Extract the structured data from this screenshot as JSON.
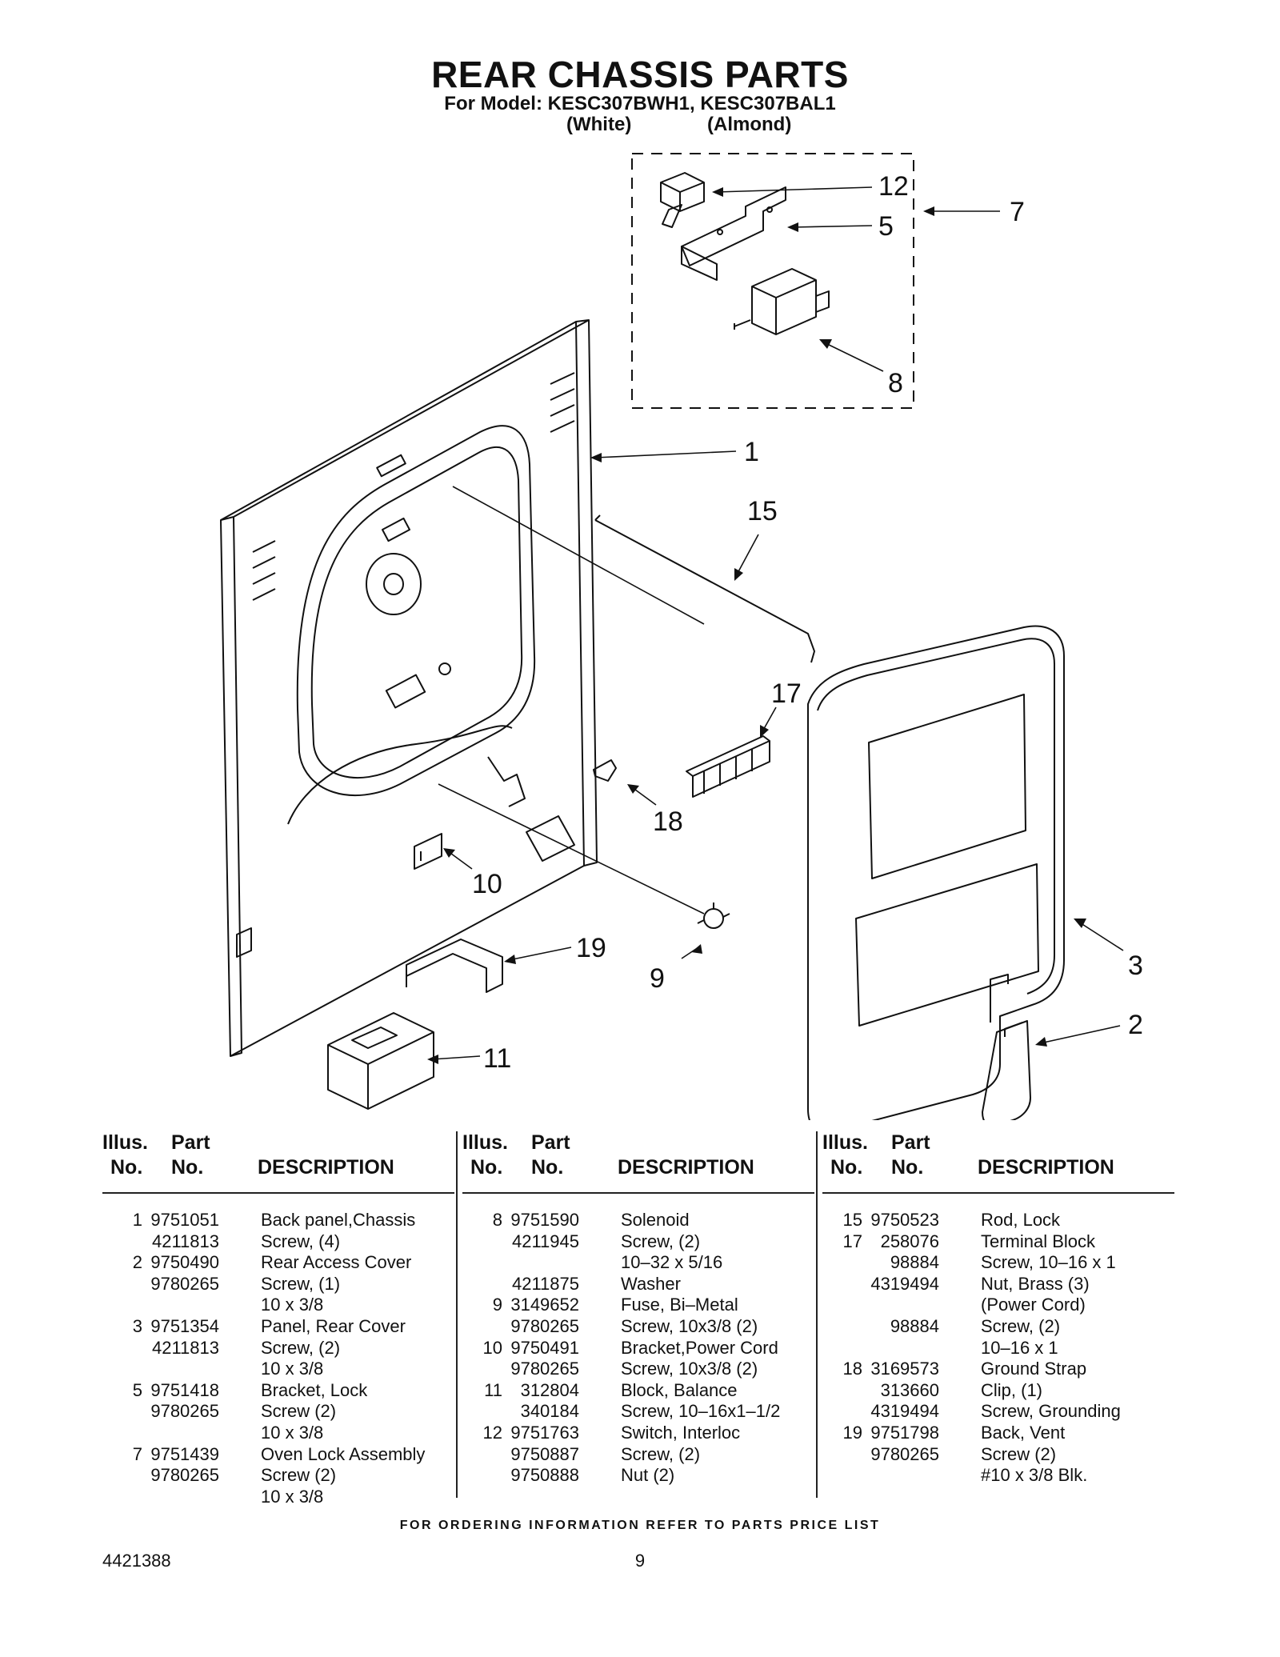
{
  "header": {
    "title": "REAR CHASSIS PARTS",
    "model_line": "For Model: KESC307BWH1, KESC307BAL1",
    "color_white": "(White)",
    "color_almond": "(Almond)"
  },
  "diagram": {
    "callouts": [
      "12",
      "5",
      "7",
      "8",
      "1",
      "15",
      "17",
      "18",
      "10",
      "19",
      "9",
      "3",
      "2",
      "11"
    ]
  },
  "table": {
    "headers": {
      "illus": "Illus.",
      "no": "No.",
      "part": "Part",
      "description": "DESCRIPTION"
    },
    "columns": [
      [
        {
          "no": "1",
          "part": "9751051",
          "desc": "Back panel,Chassis"
        },
        {
          "no": "",
          "part": "4211813",
          "desc": "Screw, (4)"
        },
        {
          "no": "2",
          "part": "9750490",
          "desc": "Rear Access Cover"
        },
        {
          "no": "",
          "part": "9780265",
          "desc": "Screw, (1)"
        },
        {
          "no": "",
          "part": "",
          "desc": "10 x 3/8"
        },
        {
          "no": "3",
          "part": "9751354",
          "desc": "Panel, Rear Cover"
        },
        {
          "no": "",
          "part": "4211813",
          "desc": "Screw, (2)"
        },
        {
          "no": "",
          "part": "",
          "desc": "10 x 3/8"
        },
        {
          "no": "5",
          "part": "9751418",
          "desc": "Bracket, Lock"
        },
        {
          "no": "",
          "part": "9780265",
          "desc": "Screw (2)"
        },
        {
          "no": "",
          "part": "",
          "desc": "10 x 3/8"
        },
        {
          "no": "7",
          "part": "9751439",
          "desc": "Oven Lock Assembly"
        },
        {
          "no": "",
          "part": "9780265",
          "desc": "Screw (2)"
        },
        {
          "no": "",
          "part": "",
          "desc": "10 x 3/8"
        }
      ],
      [
        {
          "no": "8",
          "part": "9751590",
          "desc": "Solenoid"
        },
        {
          "no": "",
          "part": "4211945",
          "desc": "Screw, (2)"
        },
        {
          "no": "",
          "part": "",
          "desc": "10–32 x 5/16"
        },
        {
          "no": "",
          "part": "4211875",
          "desc": "Washer"
        },
        {
          "no": "9",
          "part": "3149652",
          "desc": "Fuse, Bi–Metal"
        },
        {
          "no": "",
          "part": "9780265",
          "desc": "Screw, 10x3/8 (2)"
        },
        {
          "no": "10",
          "part": "9750491",
          "desc": "Bracket,Power Cord"
        },
        {
          "no": "",
          "part": "9780265",
          "desc": "Screw, 10x3/8 (2)"
        },
        {
          "no": "11",
          "part": "312804",
          "desc": "Block, Balance"
        },
        {
          "no": "",
          "part": "340184",
          "desc": "Screw, 10–16x1–1/2"
        },
        {
          "no": "12",
          "part": "9751763",
          "desc": "Switch, Interloc"
        },
        {
          "no": "",
          "part": "9750887",
          "desc": "Screw, (2)"
        },
        {
          "no": "",
          "part": "9750888",
          "desc": "Nut (2)"
        }
      ],
      [
        {
          "no": "15",
          "part": "9750523",
          "desc": "Rod, Lock"
        },
        {
          "no": "17",
          "part": "258076",
          "desc": "Terminal Block"
        },
        {
          "no": "",
          "part": "98884",
          "desc": "Screw, 10–16 x 1"
        },
        {
          "no": "",
          "part": "4319494",
          "desc": "Nut, Brass (3)"
        },
        {
          "no": "",
          "part": "",
          "desc": "(Power Cord)"
        },
        {
          "no": "",
          "part": "98884",
          "desc": "Screw, (2)"
        },
        {
          "no": "",
          "part": "",
          "desc": "10–16 x 1"
        },
        {
          "no": "18",
          "part": "3169573",
          "desc": "Ground Strap"
        },
        {
          "no": "",
          "part": "313660",
          "desc": "Clip, (1)"
        },
        {
          "no": "",
          "part": "4319494",
          "desc": "Screw, Grounding"
        },
        {
          "no": "19",
          "part": "9751798",
          "desc": "Back, Vent"
        },
        {
          "no": "",
          "part": "9780265",
          "desc": "Screw (2)"
        },
        {
          "no": "",
          "part": "",
          "desc": "#10 x 3/8 Blk."
        }
      ]
    ]
  },
  "footer": {
    "ordering_note": "FOR ORDERING INFORMATION REFER TO PARTS PRICE LIST",
    "doc_number": "4421388",
    "page_number": "9"
  }
}
